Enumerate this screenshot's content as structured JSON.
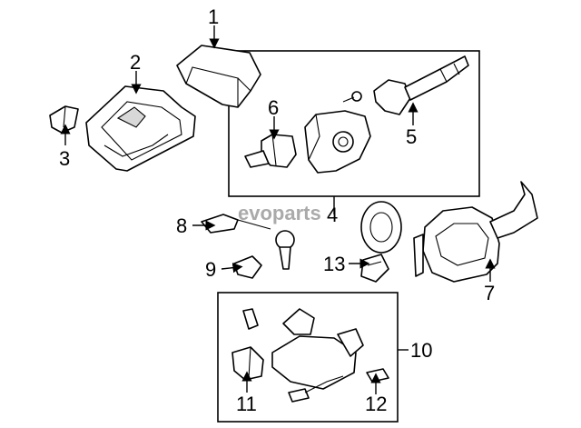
{
  "watermark": "evoparts",
  "callouts": {
    "c1": "1",
    "c2": "2",
    "c3": "3",
    "c4": "4",
    "c5": "5",
    "c6": "6",
    "c7": "7",
    "c8": "8",
    "c9": "9",
    "c10": "10",
    "c11": "11",
    "c12": "12",
    "c13": "13"
  }
}
